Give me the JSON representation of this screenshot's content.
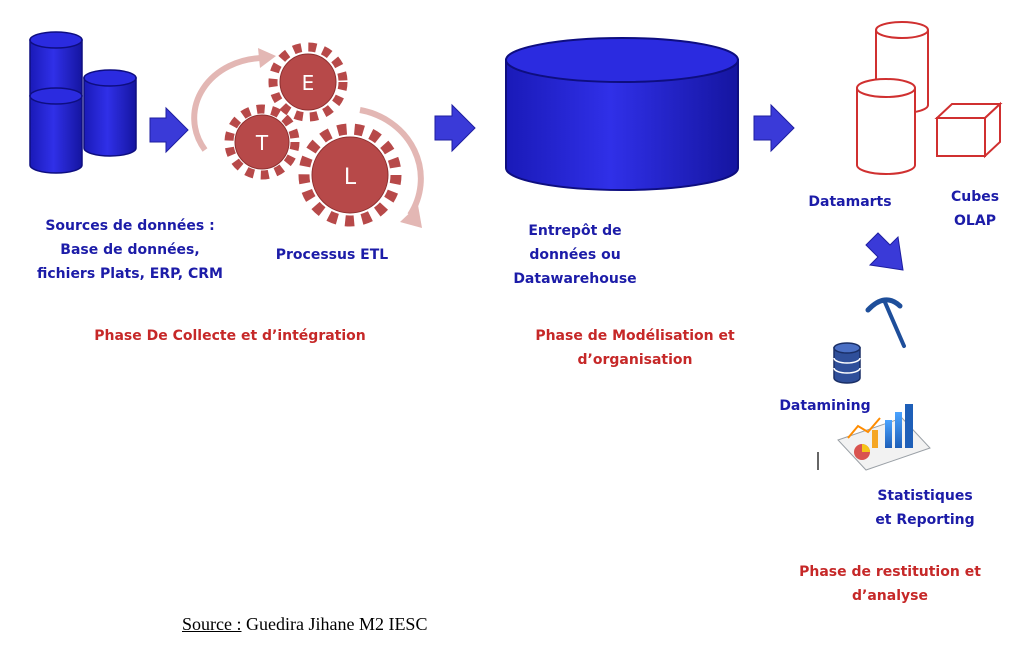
{
  "sources_label": [
    "Sources de données :",
    "Base de données,",
    "fichiers Plats, ERP, CRM"
  ],
  "etl": {
    "label": "Processus ETL",
    "gears": [
      "E",
      "T",
      "L"
    ]
  },
  "warehouse_label": [
    "Entrepôt de",
    "données ou",
    "Datawarehouse"
  ],
  "datamarts_label": "Datamarts",
  "cubes_label": [
    "Cubes",
    "OLAP"
  ],
  "datamining_label": "Datamining",
  "stats_label": [
    "Statistiques",
    "et Reporting"
  ],
  "phases": {
    "collecte": "Phase De Collecte et d’intégration",
    "modelisation": [
      "Phase de Modélisation et",
      "d’organisation"
    ],
    "restitution": [
      "Phase de restitution et",
      "d’analyse"
    ]
  },
  "source": {
    "prefix": "Source :",
    "text": " Guedira Jihane M2 IESC"
  },
  "colors": {
    "blue_cylinder": "#2222d0",
    "arrow": "#3a3ad8",
    "gear": "#b74949",
    "gear_ring": "#e3b7b4",
    "outline_red": "#d03030",
    "text_blue": "#1c1ca8",
    "text_red": "#c62828"
  }
}
